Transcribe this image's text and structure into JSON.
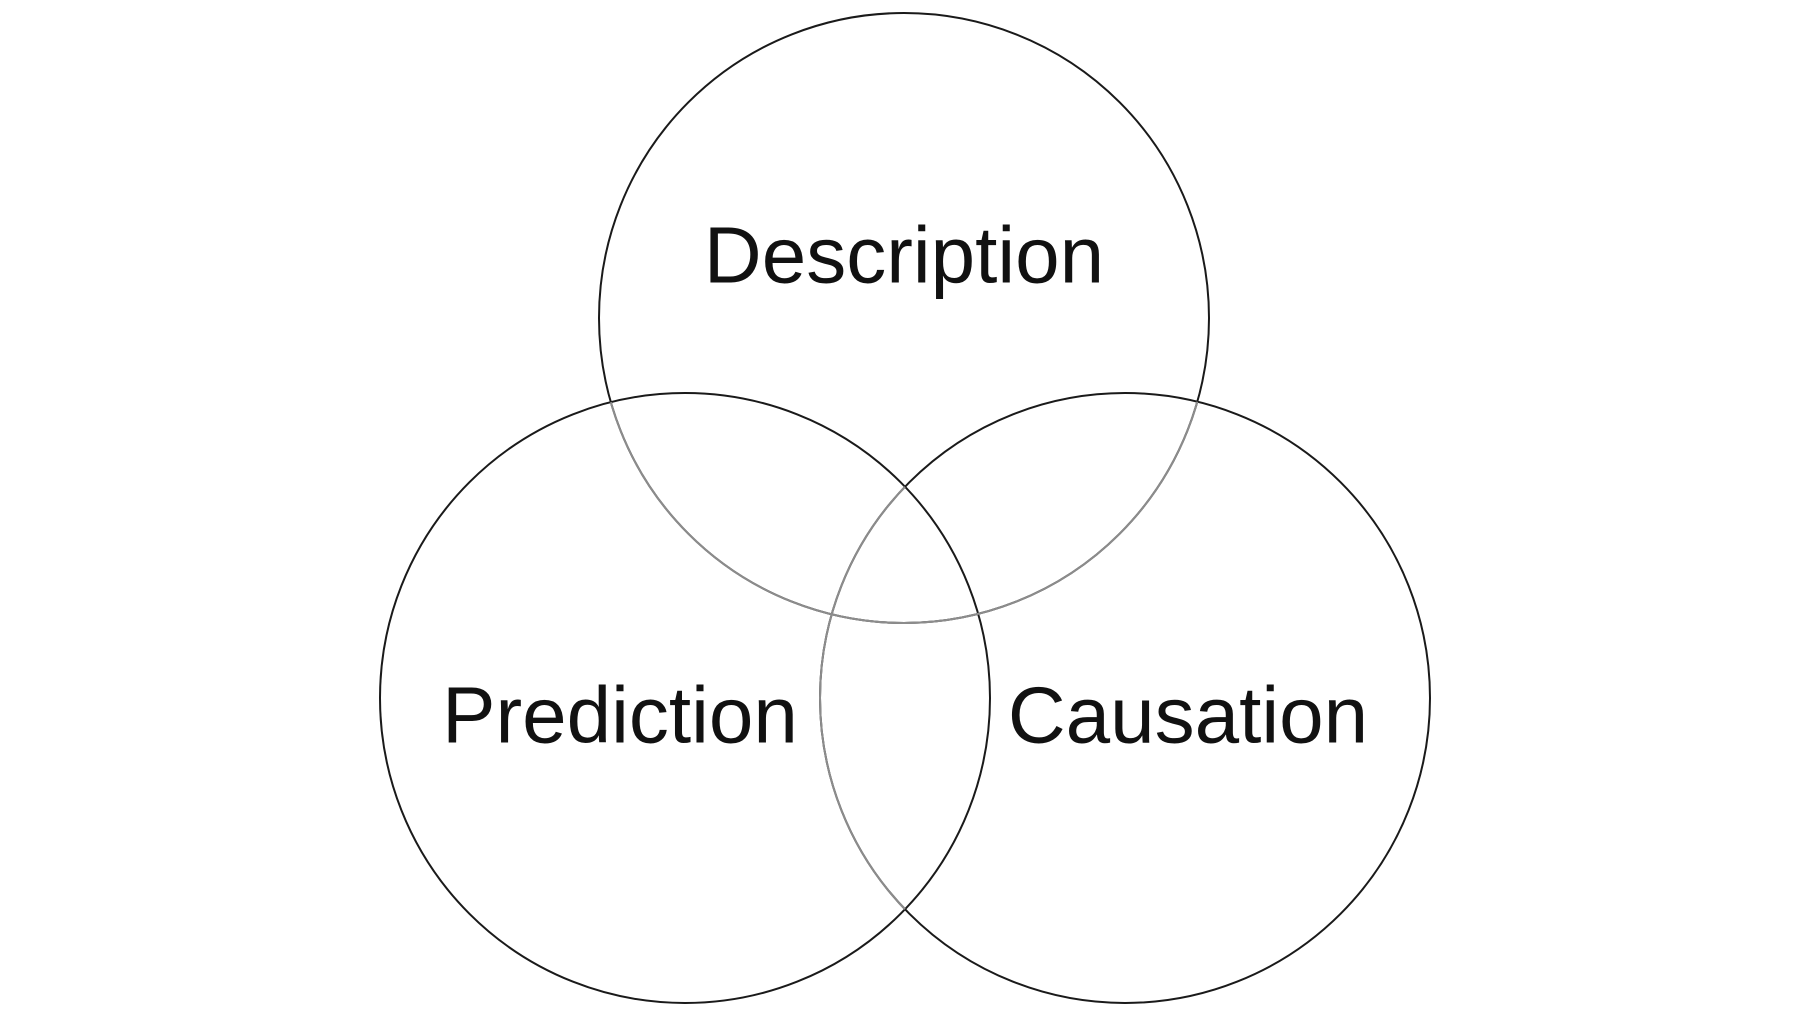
{
  "diagram": {
    "type": "venn",
    "stroke_color": "#1a1a1a",
    "overlap_stroke_color": "#8c8c8c",
    "text_color": "#111111",
    "sets": [
      {
        "label": "Description"
      },
      {
        "label": "Prediction"
      },
      {
        "label": "Causation"
      }
    ]
  }
}
